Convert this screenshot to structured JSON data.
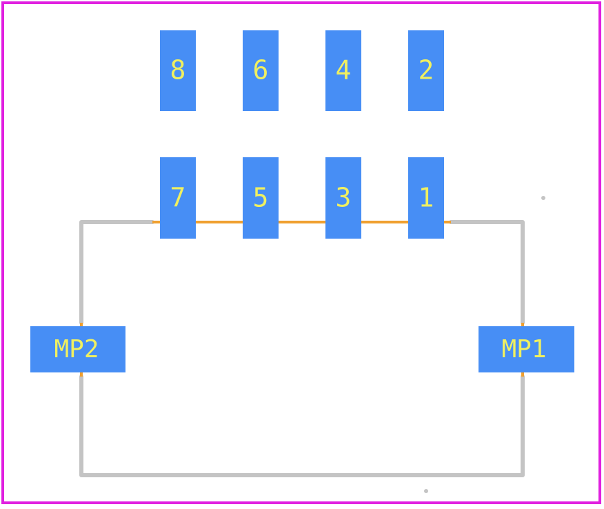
{
  "colors": {
    "background": "#ffffff",
    "boundary": "#e020e0",
    "pad": "#478ef5",
    "pad_label": "#f0f060",
    "silkscreen": "#c4c4c4",
    "courtyard": "#f0a030"
  },
  "pads": [
    {
      "label": "8"
    },
    {
      "label": "6"
    },
    {
      "label": "4"
    },
    {
      "label": "2"
    },
    {
      "label": "7"
    },
    {
      "label": "5"
    },
    {
      "label": "3"
    },
    {
      "label": "1"
    },
    {
      "label": "MP2"
    },
    {
      "label": "MP1"
    }
  ]
}
